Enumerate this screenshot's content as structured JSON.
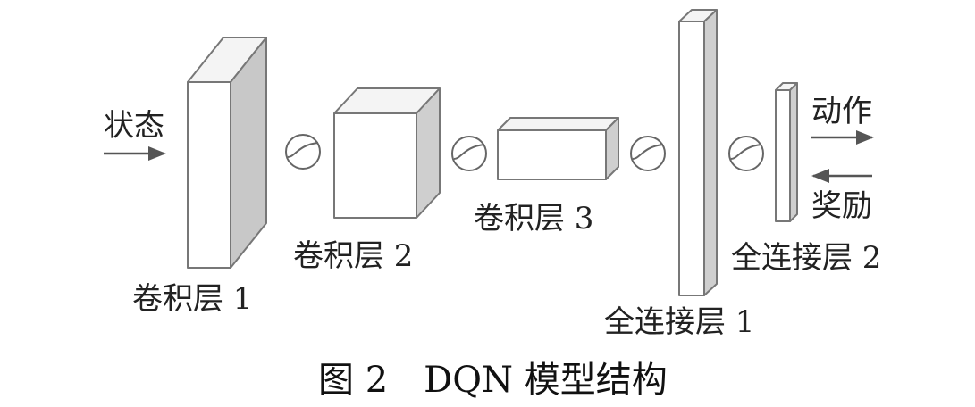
{
  "diagram": {
    "input_label": "状态",
    "action_label": "动作",
    "reward_label": "奖励",
    "layers": {
      "conv1": "卷积层 1",
      "conv2": "卷积层 2",
      "conv3": "卷积层 3",
      "fc1": "全连接层 1",
      "fc2": "全连接层 2"
    },
    "caption": "图 2　DQN 模型结构"
  }
}
